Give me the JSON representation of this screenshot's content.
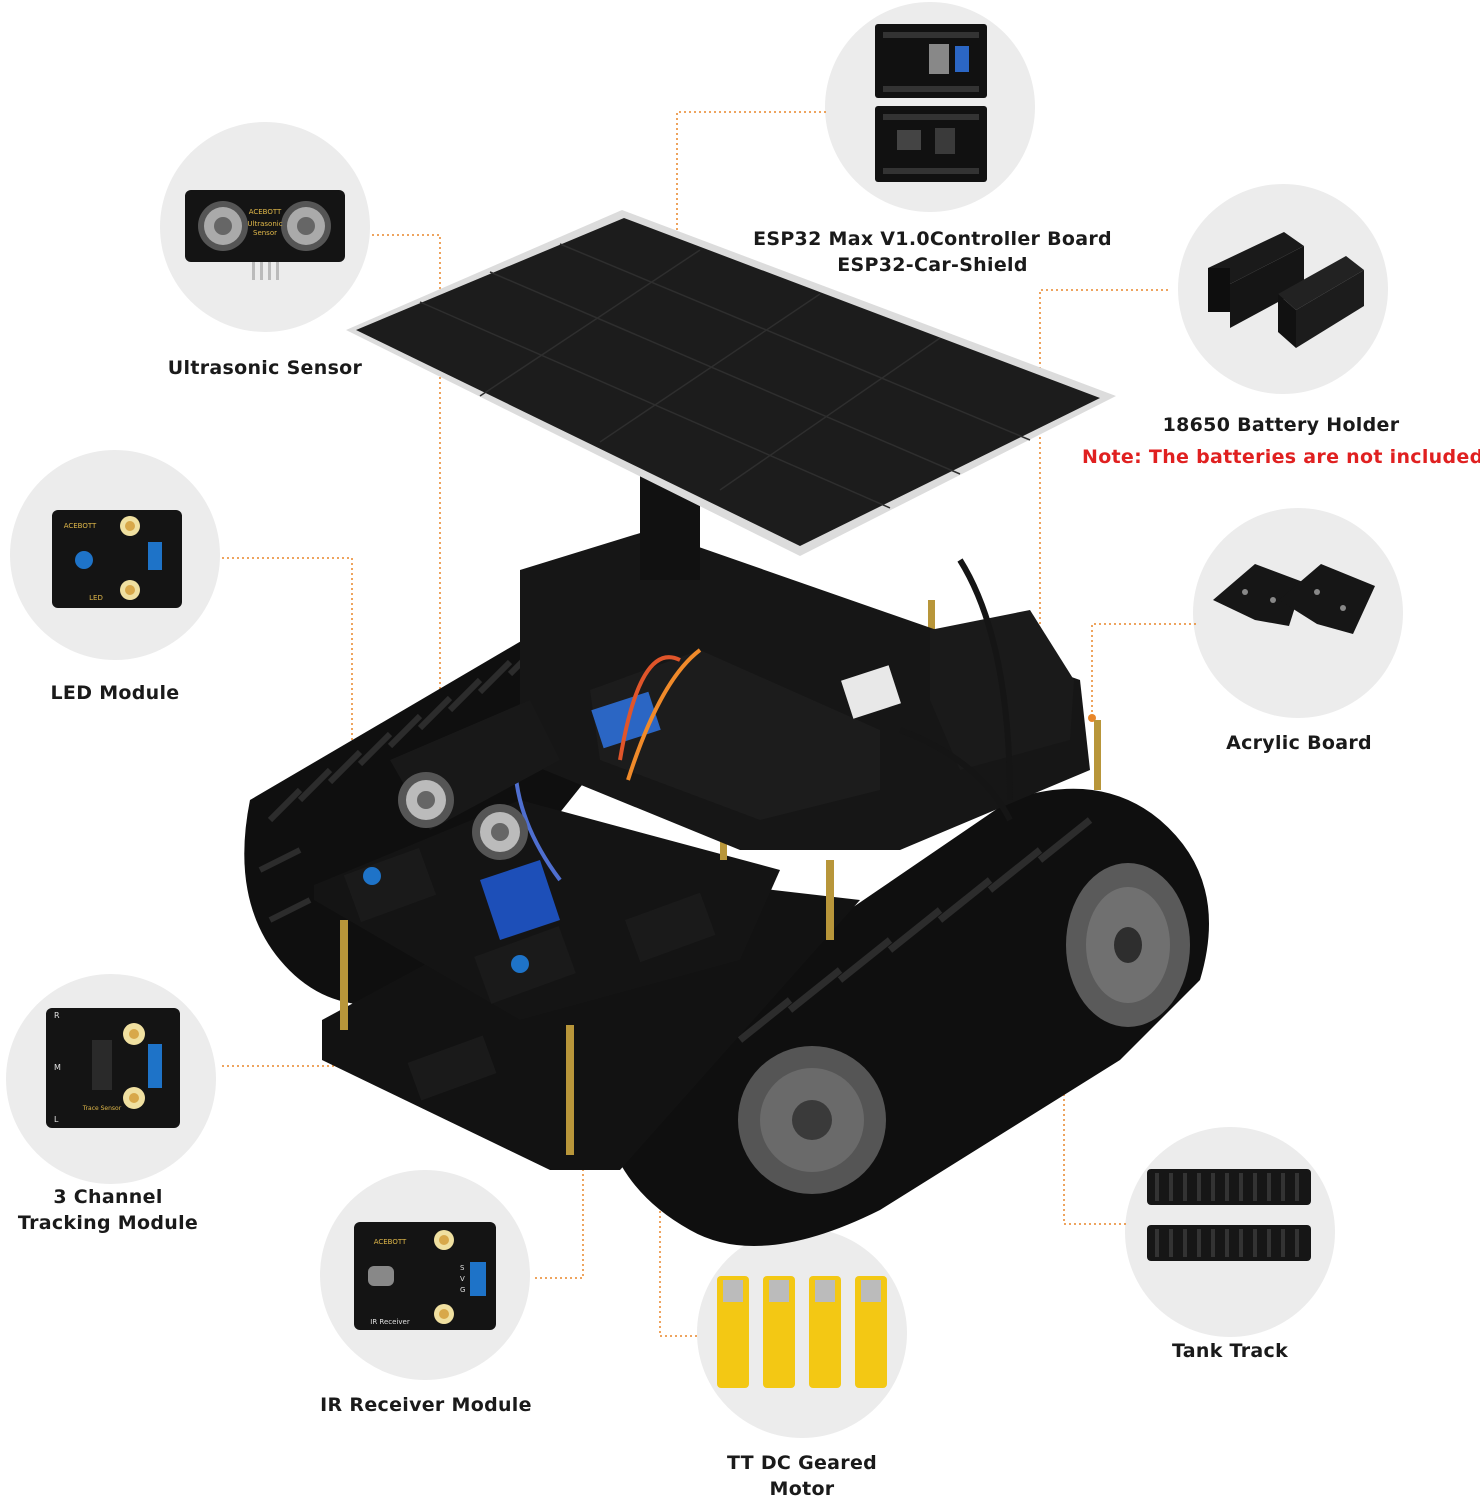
{
  "components": [
    {
      "id": "ultrasonic",
      "label_lines": [
        "Ultrasonic Sensor"
      ],
      "module_text": [
        "ACEBOTT",
        "Ultrasonic",
        "Sensor"
      ]
    },
    {
      "id": "controller",
      "label_lines": [
        "ESP32 Max V1.0Controller Board",
        "ESP32-Car-Shield"
      ]
    },
    {
      "id": "battery",
      "label_lines": [
        "18650 Battery Holder"
      ],
      "note": "Note: The batteries are not included."
    },
    {
      "id": "led",
      "label_lines": [
        "LED Module"
      ],
      "module_text": [
        "ACEBOTT",
        "LED"
      ]
    },
    {
      "id": "acrylic",
      "label_lines": [
        "Acrylic Board"
      ]
    },
    {
      "id": "tracking",
      "label_lines": [
        "3 Channel",
        "Tracking Module"
      ],
      "module_text": [
        "R",
        "M",
        "L",
        "Trace Sensor"
      ]
    },
    {
      "id": "ir",
      "label_lines": [
        "IR Receiver Module"
      ],
      "module_text": [
        "ACEBOTT",
        "IR Receiver",
        "S",
        "V",
        "G"
      ]
    },
    {
      "id": "motor",
      "label_lines": [
        "TT DC Geared",
        "Motor"
      ]
    },
    {
      "id": "track",
      "label_lines": [
        "Tank Track"
      ]
    }
  ],
  "colors": {
    "circle_bg": "#ececec",
    "leader_line": "#e8862a",
    "note": "#e02020",
    "module_pin": "#1e73c8",
    "motor_yellow": "#f3c814"
  }
}
